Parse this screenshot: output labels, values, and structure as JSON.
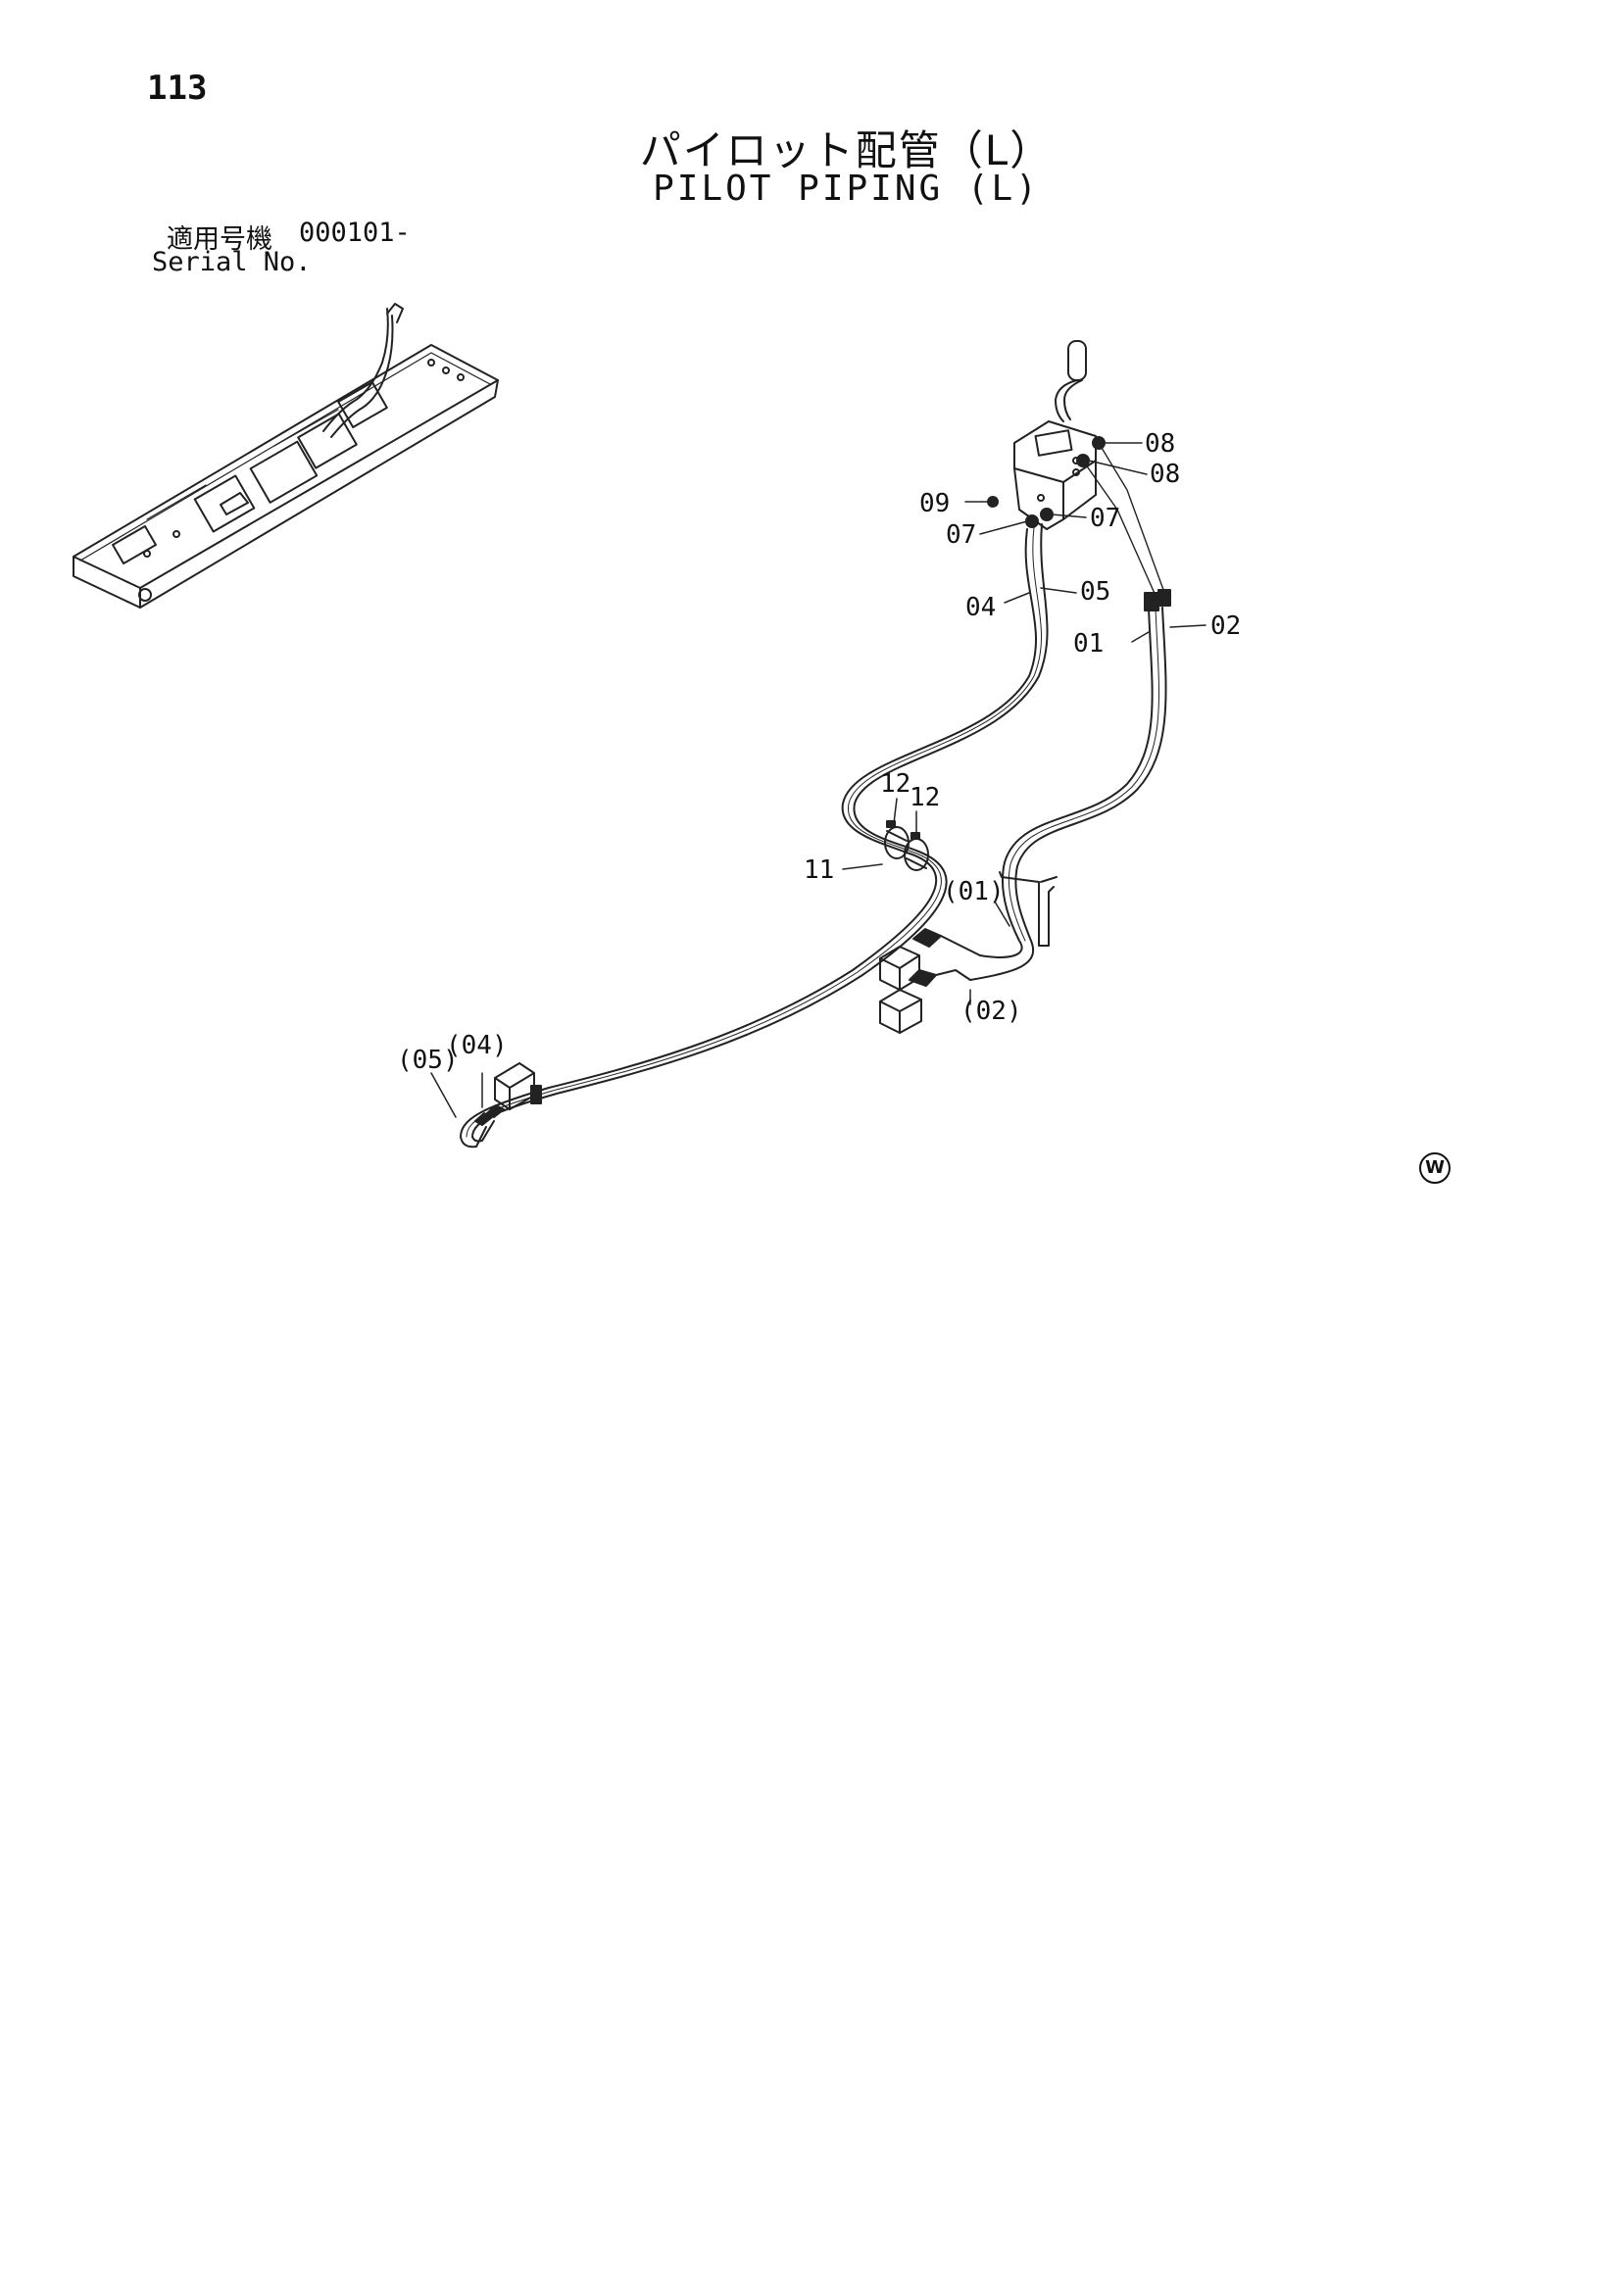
{
  "page_number": "113",
  "title_jp": "パイロット配管（L）",
  "title_en": "PILOT PIPING (L)",
  "serial": {
    "label_jp": "適用号機",
    "value": "000101-",
    "label_en": "Serial No."
  },
  "callouts": {
    "c08a": "08",
    "c08b": "08",
    "c09": "09",
    "c07a": "07",
    "c07b": "07",
    "c04": "04",
    "c05": "05",
    "c01": "01",
    "c02": "02",
    "c12a": "12",
    "c12b": "12",
    "c11": "11",
    "c01p": "(01)",
    "c02p": "(02)",
    "c05p": "(05)",
    "c04p": "(04)"
  },
  "mark": "W"
}
